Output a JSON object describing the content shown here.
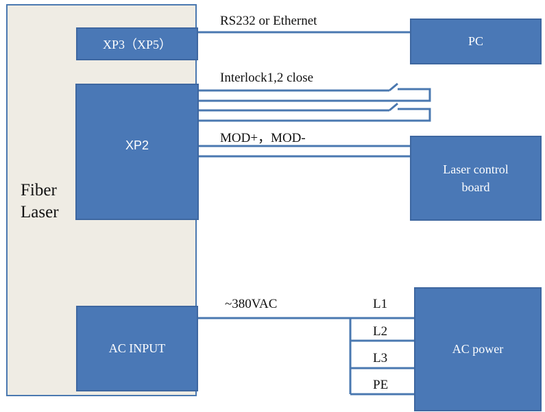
{
  "fiber_laser": {
    "line1": "Fiber",
    "line2": "Laser"
  },
  "blocks": {
    "xp3": "XP3（XP5）",
    "xp2": "XP2",
    "ac_input": "AC INPUT",
    "pc": "PC",
    "laser_control_line1": "Laser control",
    "laser_control_line2": "board",
    "ac_power": "AC power"
  },
  "connections": {
    "rs232": "RS232 or Ethernet",
    "interlock": "Interlock1,2 close",
    "mod": "MOD+，MOD-",
    "vac": "~380VAC"
  },
  "phases": [
    "L1",
    "L2",
    "L3",
    "PE"
  ],
  "colors": {
    "block_fill": "#4a78b6",
    "panel_fill": "#efece4",
    "wire": "#4a78b0"
  }
}
